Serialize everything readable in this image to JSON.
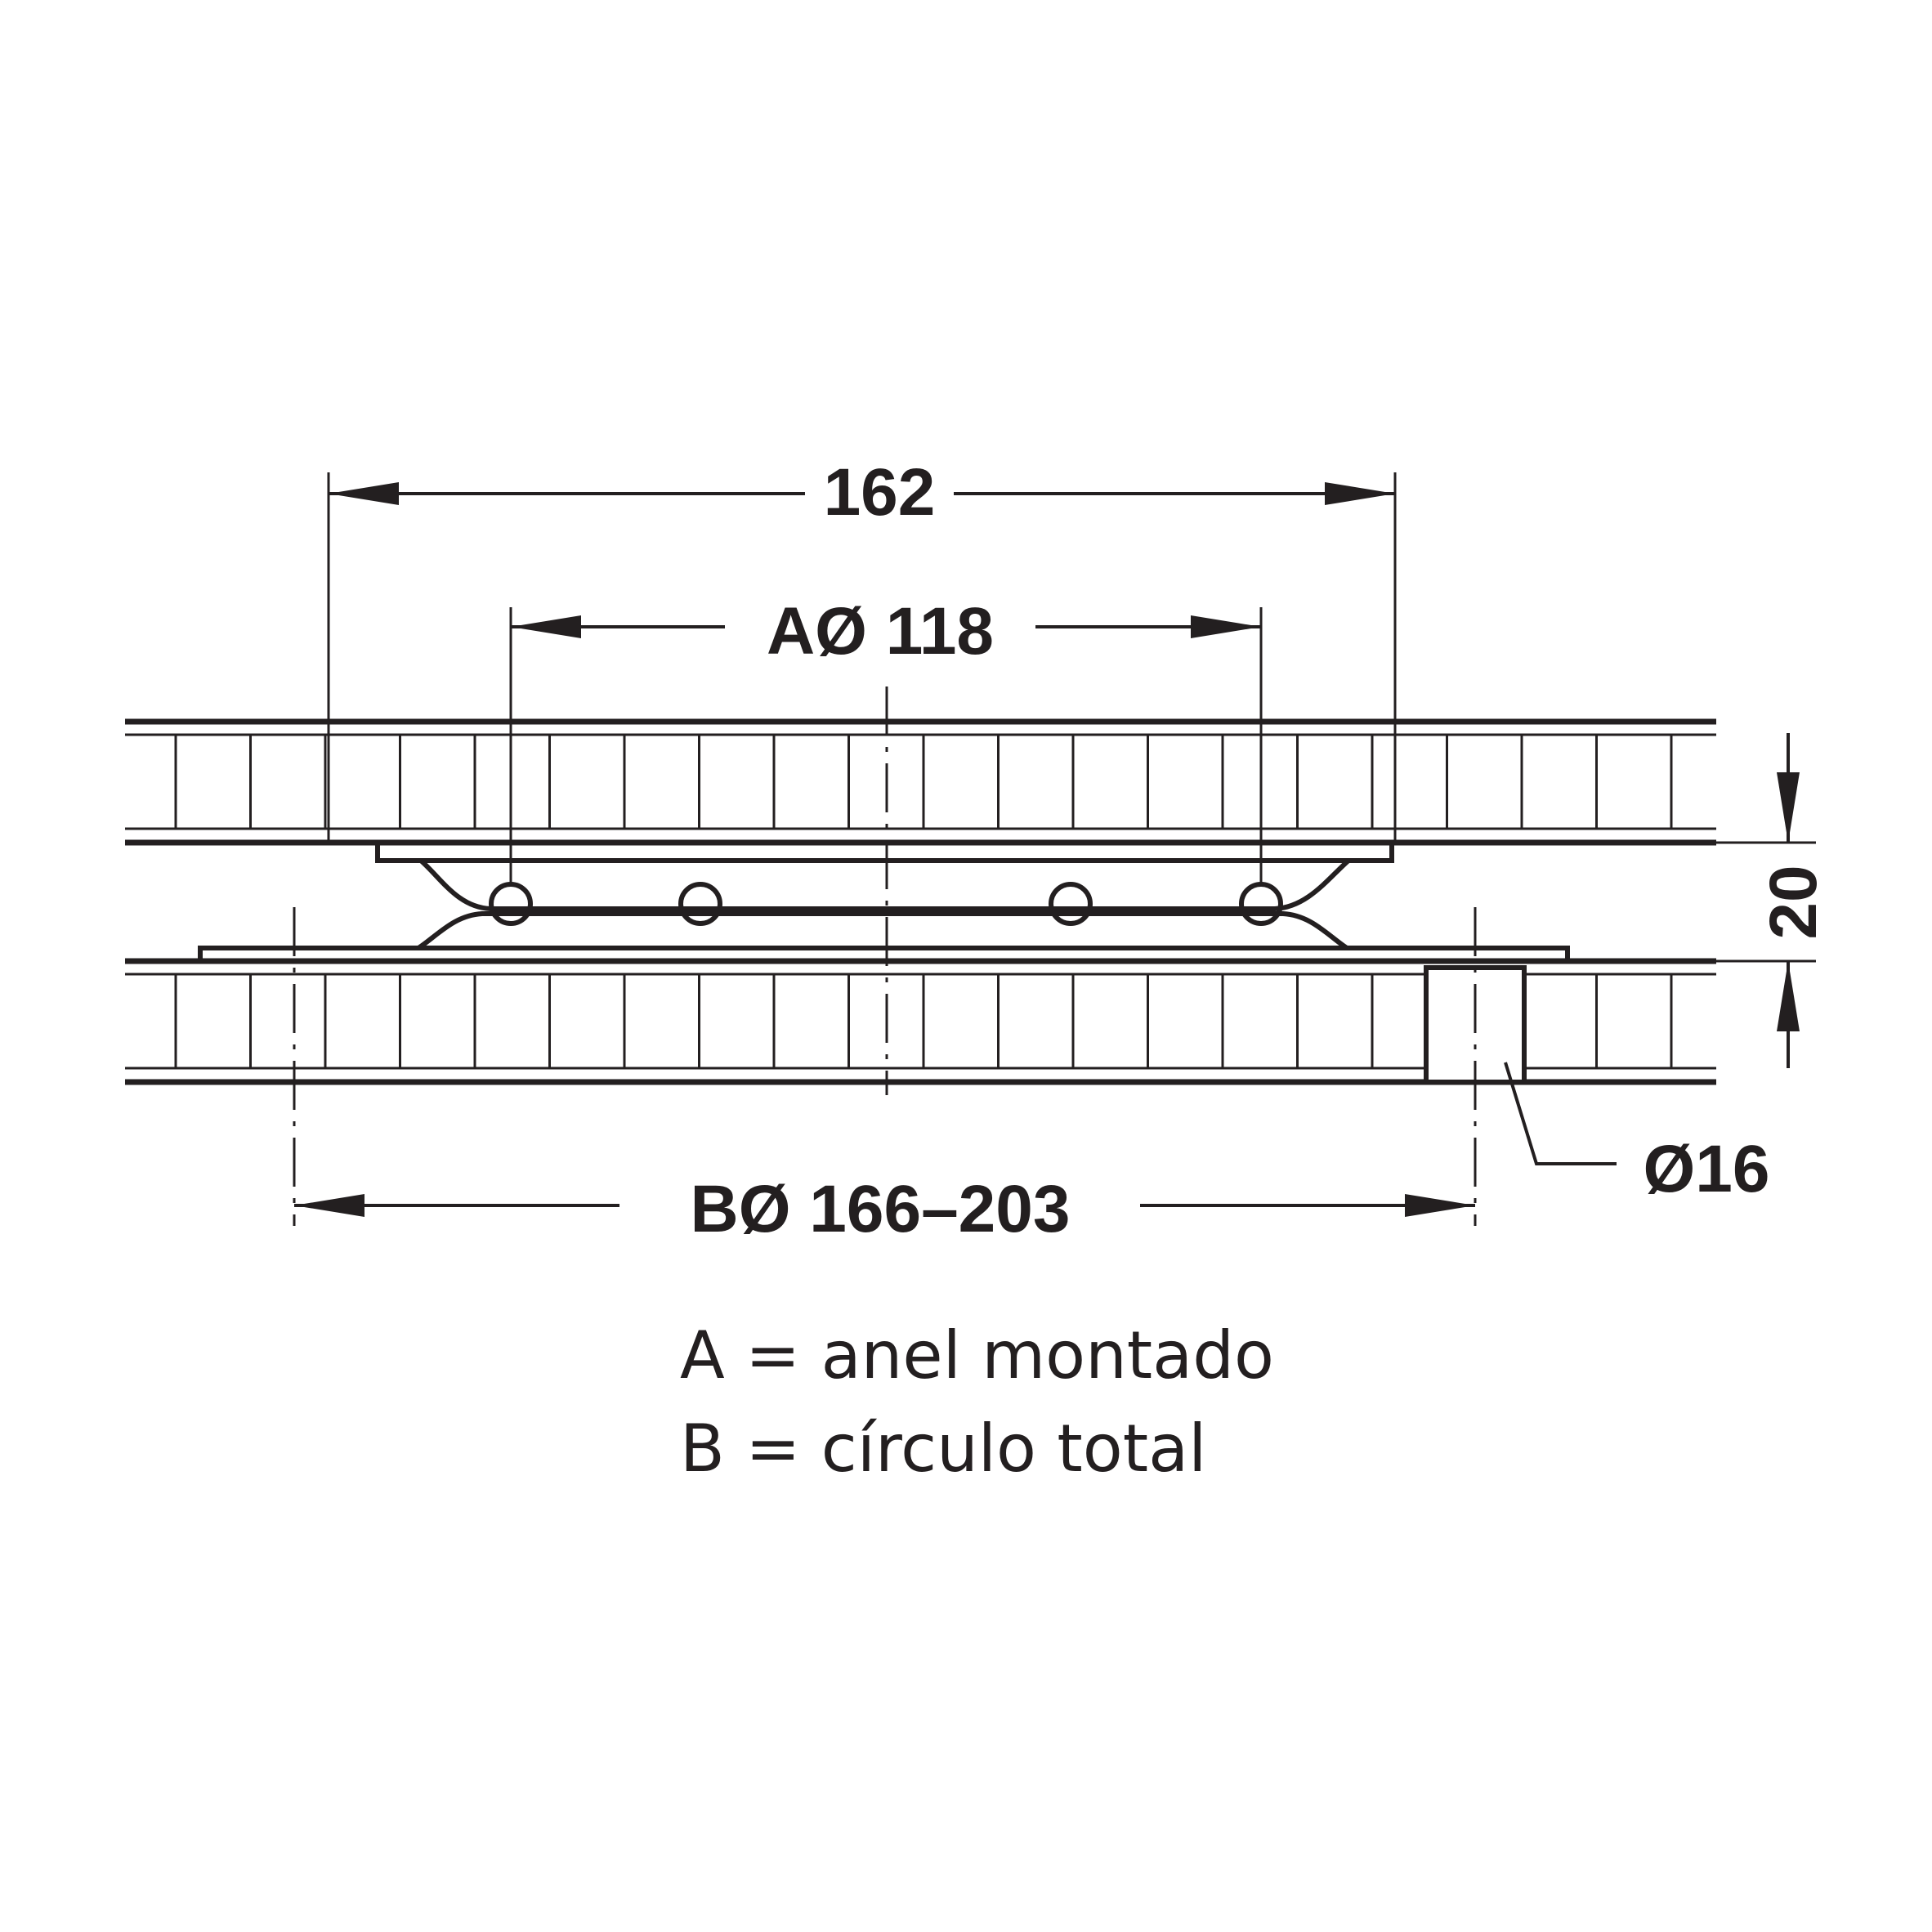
{
  "colors": {
    "ink": "#231f20",
    "background": "#ffffff"
  },
  "dimensions": {
    "overall_width": "162",
    "ring_diameter": "AØ 118",
    "total_circle": "BØ 166–203",
    "height": "20",
    "hole_diameter": "Ø16"
  },
  "legend": [
    "A = anel montado",
    "B = círculo total"
  ]
}
